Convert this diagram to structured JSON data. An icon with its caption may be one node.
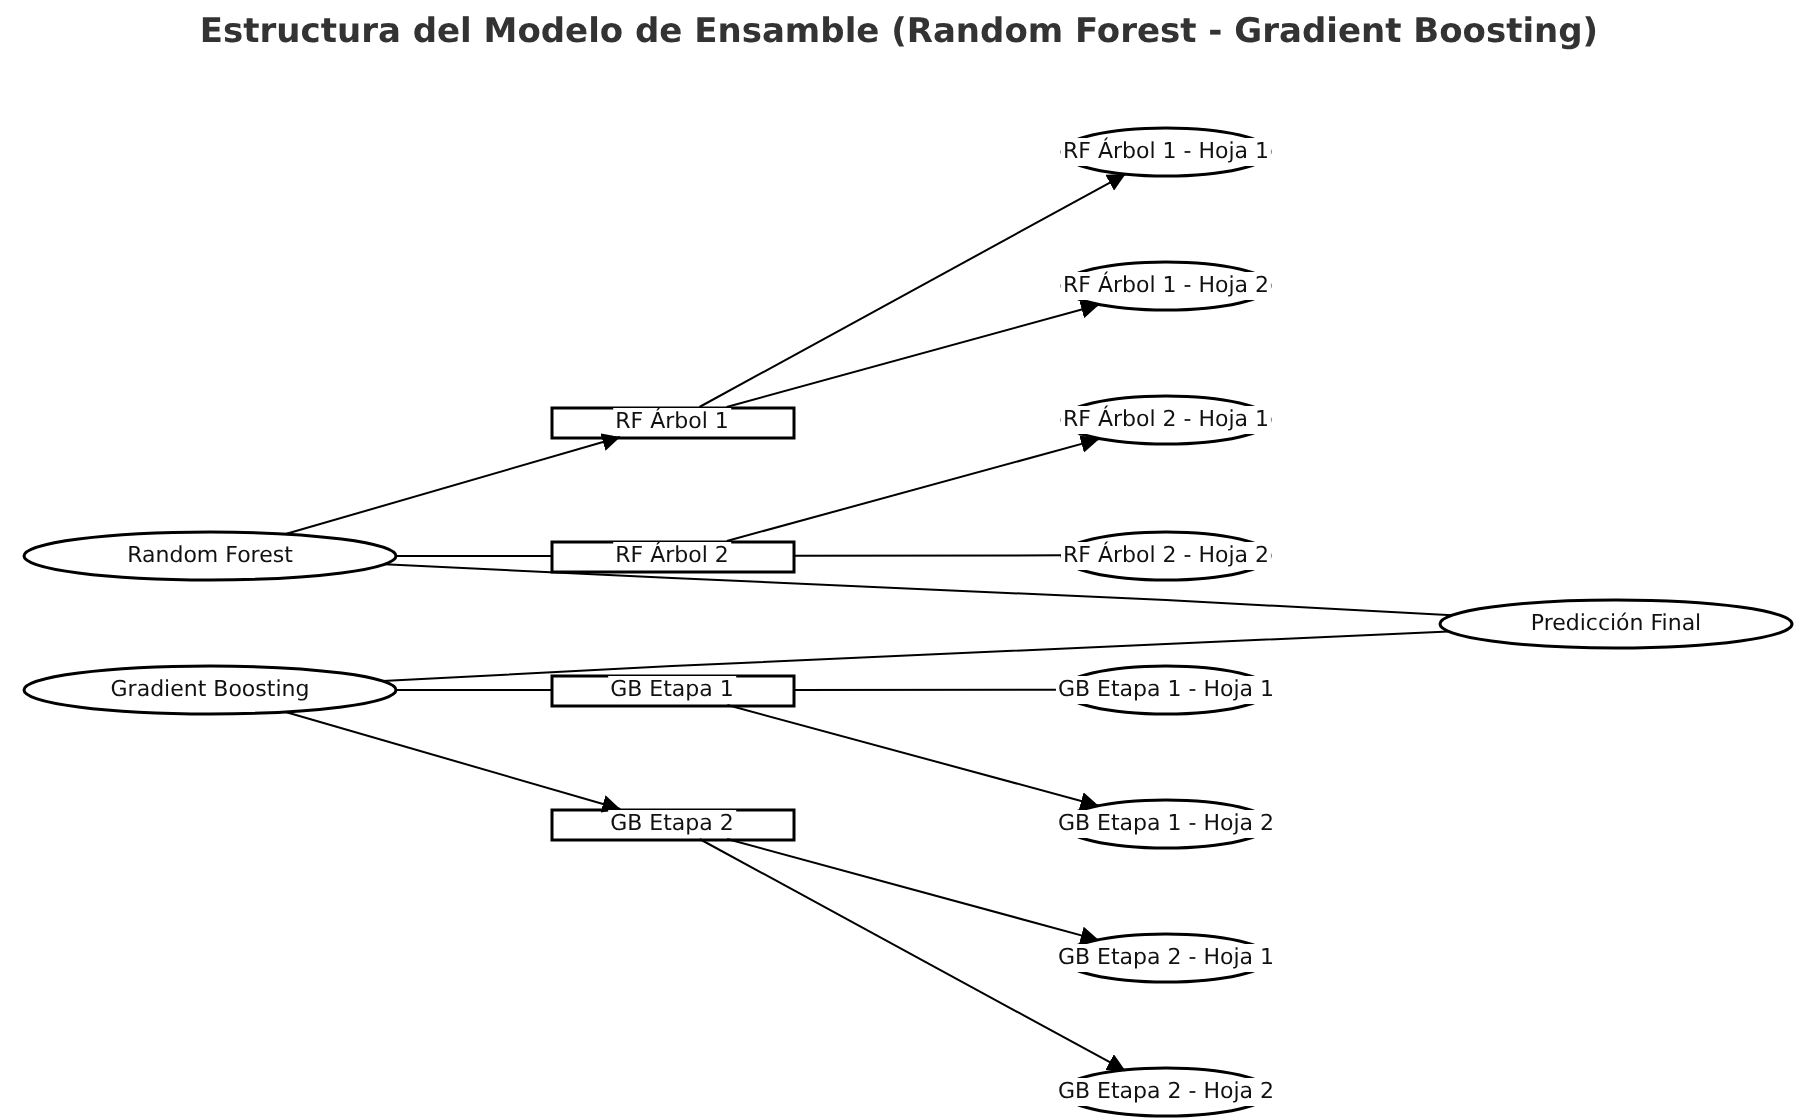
{
  "diagram": {
    "title": "Estructura del Modelo de Ensamble (Random Forest - Gradient Boosting)",
    "nodes": [
      {
        "text": [
          "Random Forest"
        ]
      },
      {
        "text": [
          "Gradient Boosting"
        ]
      },
      {
        "text": [
          "RF Árbol 1"
        ]
      },
      {
        "text": [
          "RF Árbol 2"
        ]
      },
      {
        "text": [
          "GB Etapa 1"
        ]
      },
      {
        "text": [
          "GB Etapa 2"
        ]
      },
      {
        "text": [
          "RF Árbol 1 - Hoja 1"
        ]
      },
      {
        "text": [
          "RF Árbol 1 - Hoja 2"
        ]
      },
      {
        "text": [
          "RF Árbol 2 - Hoja 1"
        ]
      },
      {
        "text": [
          "RF Árbol 2 - Hoja 2"
        ]
      },
      {
        "text": [
          "GB Etapa 1 - Hoja 1"
        ]
      },
      {
        "text": [
          "GB Etapa 1 - Hoja 2"
        ]
      },
      {
        "text": [
          "GB Etapa 2 - Hoja 1"
        ]
      },
      {
        "text": [
          "GB Etapa 2 - Hoja 2"
        ]
      },
      {
        "text": [
          "Predicción Final"
        ]
      }
    ],
    "edges": [
      {
        "from": 0,
        "to": 2,
        "arrow": "to"
      },
      {
        "from": 0,
        "to": 3,
        "arrow": "none"
      },
      {
        "from": 1,
        "to": 4,
        "arrow": "none"
      },
      {
        "from": 1,
        "to": 5,
        "arrow": "to"
      },
      {
        "from": 2,
        "to": 6,
        "arrow": "to"
      },
      {
        "from": 2,
        "to": 7,
        "arrow": "to"
      },
      {
        "from": 3,
        "to": 8,
        "arrow": "to"
      },
      {
        "from": 3,
        "to": 9,
        "arrow": "none"
      },
      {
        "from": 4,
        "to": 10,
        "arrow": "none"
      },
      {
        "from": 4,
        "to": 11,
        "arrow": "to"
      },
      {
        "from": 5,
        "to": 12,
        "arrow": "to"
      },
      {
        "from": 5,
        "to": 13,
        "arrow": "to"
      },
      {
        "from": 0,
        "to": 14,
        "arrow": "none"
      },
      {
        "from": 1,
        "to": 14,
        "arrow": "none"
      }
    ]
  }
}
